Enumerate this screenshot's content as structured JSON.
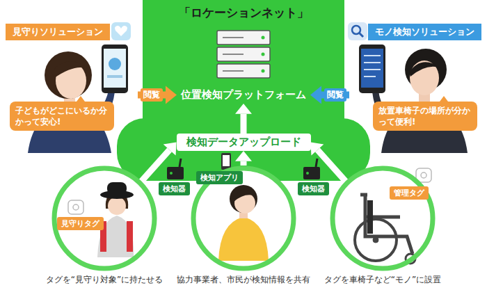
{
  "diagram": {
    "title": "「ロケーションネット」",
    "nodes": [
      {
        "text": [
          "位置検知プラットフォーム"
        ]
      },
      {
        "text": [
          "見守りソリューション"
        ]
      },
      {
        "text": [
          "子どもがどこにいるか分かって安心!"
        ],
        "in": 1
      },
      {
        "text": [
          "モノ検知ソリューション"
        ]
      },
      {
        "text": [
          "放置車椅子の場所が分かって便利!"
        ],
        "in": 3
      },
      {
        "text": [
          "検知データアップロード"
        ]
      },
      {
        "text": [
          "タグを“見守り対象”に持たせる"
        ]
      },
      {
        "text": [
          "見守りタグ"
        ],
        "in": 6
      },
      {
        "text": [
          "検知器"
        ]
      },
      {
        "text": [
          "協力事業者、市民が検知情報を共有"
        ]
      },
      {
        "text": [
          "検知アプリ"
        ]
      },
      {
        "text": [
          "タグを車椅子など“モノ”に設置"
        ]
      },
      {
        "text": [
          "管理タグ"
        ],
        "in": 11
      },
      {
        "text": [
          "検知器"
        ]
      }
    ],
    "edges": [
      {
        "from": 1,
        "to": 0,
        "label": "閲覧",
        "arrow": "to"
      },
      {
        "from": 3,
        "to": 0,
        "label": "閲覧",
        "arrow": "to"
      },
      {
        "from": 6,
        "to": 5,
        "arrow": "to"
      },
      {
        "from": 9,
        "to": 5,
        "arrow": "to"
      },
      {
        "from": 11,
        "to": 5,
        "arrow": "to"
      },
      {
        "from": 5,
        "to": 0,
        "arrow": "to"
      }
    ]
  }
}
